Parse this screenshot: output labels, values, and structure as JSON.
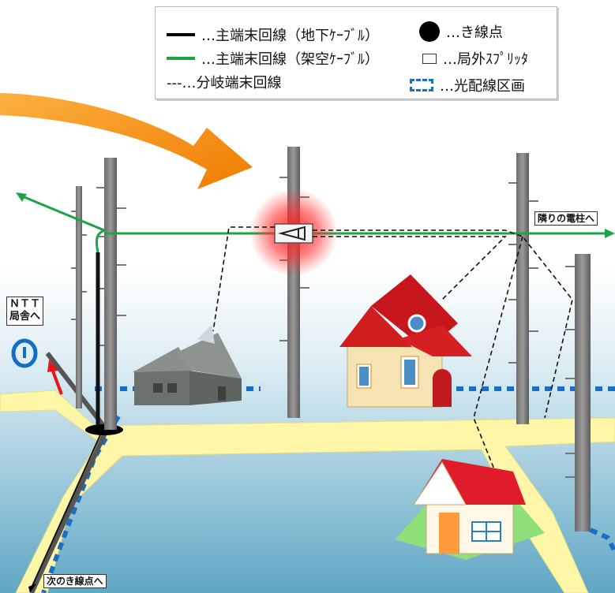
{
  "legend": {
    "main_underground": "…主端末回線（地下ｹｰﾌﾞﾙ）",
    "main_aerial": "…主端末回線（架空ｹｰﾌﾞﾙ）",
    "branch_line": "---…分岐端末回線",
    "junction_point": "…き線点",
    "outdoor_splitter": "…局外ｽﾌﾟﾘｯﾀ",
    "distribution_area": "…光配線区画"
  },
  "labels": {
    "ntt_office": "ＮＴＴ局舎へ",
    "ntt_line1": "ＮＴＴ",
    "ntt_line2": "局舎へ",
    "next_pole": "隣りの電柱へ",
    "next_junction": "次のき線点へ"
  },
  "colors": {
    "main_underground": "#000000",
    "main_aerial": "#1ea34a",
    "distribution_area": "#1b6fc0",
    "road": "#fff6a8",
    "arrow": "#f7941d",
    "splitter_glow": "#ff2020"
  }
}
